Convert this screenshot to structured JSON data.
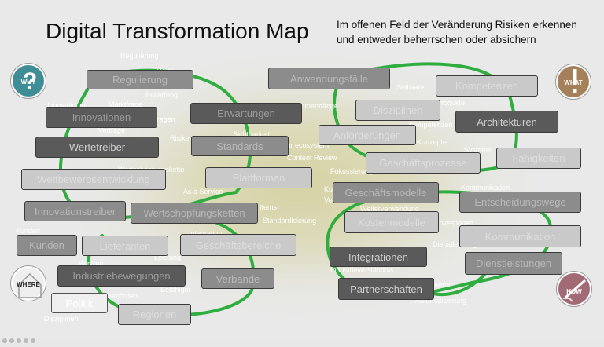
{
  "title": "Digital Transformation Map",
  "subtitle": "Im offenen Feld der Veränderung Risiken erkennen und entweder beherrschen oder absichern",
  "badges": {
    "why": "WHY",
    "what": "WHAT",
    "where": "WHERE",
    "how": "HOW"
  },
  "boxes": [
    "Regulierung",
    "Innovationen",
    "Wertetreiber",
    "Wettbewerbsentwicklung",
    "Erwartungen",
    "Standards",
    "Plattformen",
    "Innovationstreiber",
    "Wertschöpfungsketten",
    "Kunden",
    "Lieferanten",
    "Geschäftsbereiche",
    "Industriebewegungen",
    "Verbände",
    "Politik",
    "Regionen",
    "Anwendungsfälle",
    "Kompetenzen",
    "Disziplinen",
    "Architekturen",
    "Anforderungen",
    "Geschäftsprozesse",
    "Fähigkeiten",
    "Geschäftsmodelle",
    "Entscheidungswege",
    "Kostenmodelle",
    "Kommunikation",
    "Integrationen",
    "Dienstleistungen",
    "Partnerschaften"
  ],
  "ghost_labels": [
    "Regulierung",
    "Wettbewerb",
    "Erwartung",
    "Marktfrage",
    "Anfragen",
    "Verträge",
    "Risiken",
    "Zusammenhänge",
    "Sichtbarkeit",
    "Modular ecosystem",
    "Content Review",
    "Fokussierung",
    "Wertschöpfungskette",
    "As a Service",
    "Items",
    "Standardisierung",
    "Weiterverwendung",
    "Kommunikation",
    "Investionen",
    "Dienstleistung",
    "Software",
    "Produkte",
    "Kompetenzen",
    "Konzepte",
    "Systeme",
    "Kunden",
    "Beraten",
    "Behörden",
    "Befähiger",
    "Disziplinen",
    "Industrieverständnis",
    "Automatisierung",
    "Innovationen",
    "Leistung",
    "Integration",
    "Kunde",
    "Verständnis",
    "Partner"
  ]
}
